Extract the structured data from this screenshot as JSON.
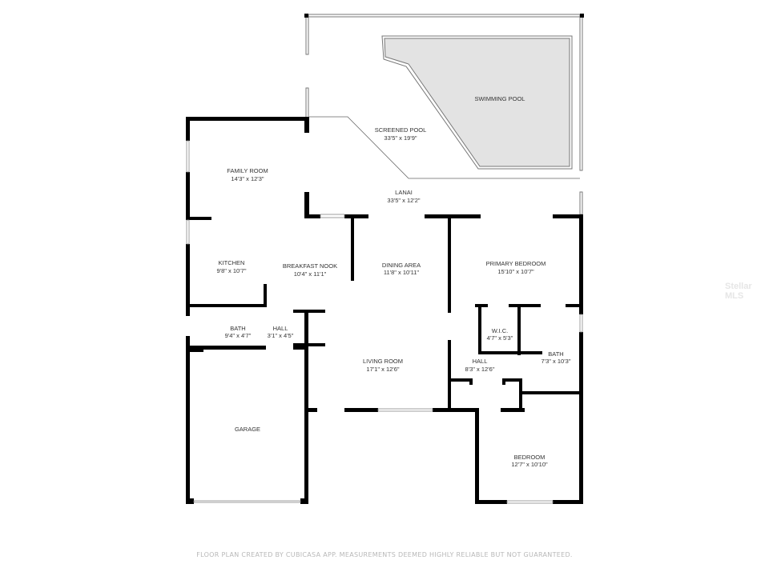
{
  "plan": {
    "rooms": [
      {
        "name": "SWIMMING POOL",
        "dims": ""
      },
      {
        "name": "SCREENED POOL",
        "dims": "33'5\" x 19'9\""
      },
      {
        "name": "LANAI",
        "dims": "33'5\" x 12'2\""
      },
      {
        "name": "FAMILY ROOM",
        "dims": "14'3\" x 12'3\""
      },
      {
        "name": "KITCHEN",
        "dims": "9'8\" x 10'7\""
      },
      {
        "name": "BREAKFAST NOOK",
        "dims": "10'4\" x 11'1\""
      },
      {
        "name": "DINING AREA",
        "dims": "11'8\" x 10'11\""
      },
      {
        "name": "PRIMARY BEDROOM",
        "dims": "15'10\" x 10'7\""
      },
      {
        "name": "W.I.C.",
        "dims": "4'7\" x 5'3\""
      },
      {
        "name": "BATH",
        "dims": "7'3\" x 10'3\""
      },
      {
        "name": "HALL",
        "dims": "8'3\" x 12'6\""
      },
      {
        "name": "LIVING ROOM",
        "dims": "17'1\" x 12'6\""
      },
      {
        "name": "BATH",
        "dims": "9'4\" x 4'7\""
      },
      {
        "name": "HALL",
        "dims": "3'1\" x 4'5\""
      },
      {
        "name": "GARAGE",
        "dims": ""
      },
      {
        "name": "BEDROOM",
        "dims": "12'7\" x 10'10\""
      }
    ],
    "colors": {
      "wall": "#000000",
      "pool_fill": "#e3e3e3",
      "footer_text": "#b8b8b8"
    }
  },
  "footer": "FLOOR PLAN CREATED BY CUBICASA APP. MEASUREMENTS DEEMED HIGHLY RELIABLE BUT NOT GUARANTEED.",
  "watermark": "Stellar MLS"
}
